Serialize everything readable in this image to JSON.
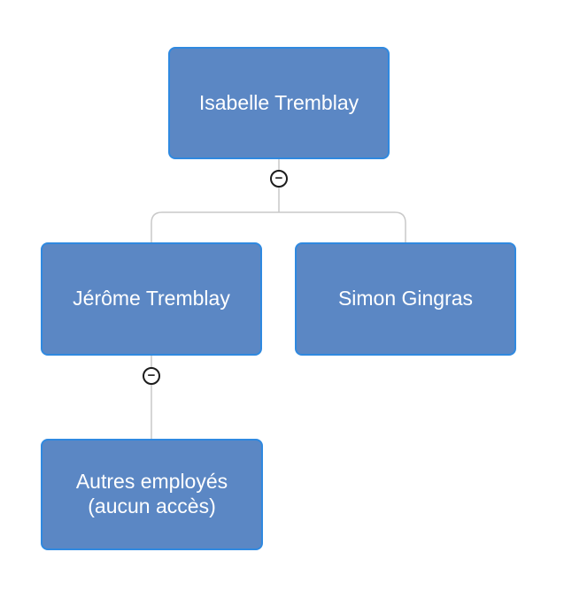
{
  "colors": {
    "background": "#ffffff",
    "node_fill": "#5b87c4",
    "node_border": "#2f89e0",
    "node_text": "#ffffff",
    "connector": "#c9c9c9",
    "toggle_fill": "#ffffff",
    "toggle_border": "#1c1c1c",
    "toggle_glyph": "#1c1c1c"
  },
  "org_chart": {
    "nodes": [
      {
        "id": "isabelle-tremblay",
        "label": "Isabelle Tremblay",
        "level": 0
      },
      {
        "id": "jerome-tremblay",
        "label": "Jérôme Tremblay",
        "level": 1
      },
      {
        "id": "simon-gingras",
        "label": "Simon Gingras",
        "level": 1
      },
      {
        "id": "autres-employes",
        "label": "Autres employés (aucun accès)",
        "level": 2
      }
    ],
    "edges": [
      {
        "from": "Isabelle Tremblay",
        "to": "Jérôme Tremblay"
      },
      {
        "from": "Isabelle Tremblay",
        "to": "Simon Gingras"
      },
      {
        "from": "Jérôme Tremblay",
        "to": "Autres employés (aucun accès)"
      }
    ],
    "toggles": [
      {
        "parent": "Isabelle Tremblay",
        "symbol": "−",
        "state": "expanded"
      },
      {
        "parent": "Jérôme Tremblay",
        "symbol": "−",
        "state": "expanded"
      }
    ]
  }
}
